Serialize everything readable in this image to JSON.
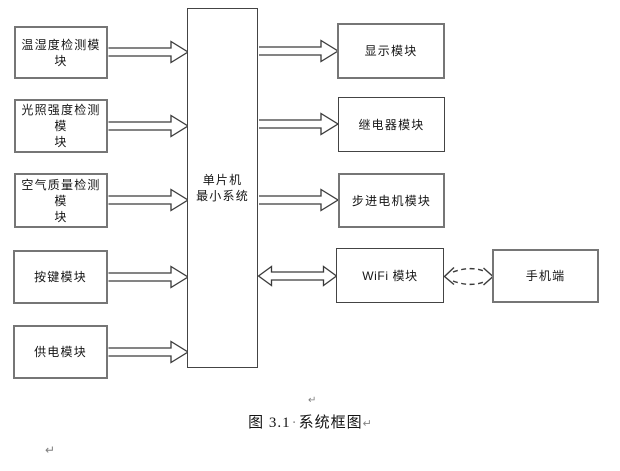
{
  "diagram": {
    "left_modules": [
      {
        "label": "温湿度检测模块"
      },
      {
        "label": "光照强度检测模\n块"
      },
      {
        "label": "空气质量检测模\n块"
      },
      {
        "label": "按键模块"
      },
      {
        "label": "供电模块"
      }
    ],
    "center_module": {
      "label": "单片机\n最小系统"
    },
    "right_modules": [
      {
        "label": "显示模块"
      },
      {
        "label": "继电器模块"
      },
      {
        "label": "步进电机模块"
      },
      {
        "label": "WiFi 模块"
      }
    ],
    "phone": {
      "label": "手机端"
    },
    "caption": {
      "prefix": "图 3.1",
      "dot": "·",
      "title": "系统框图",
      "pilcrow": "↵"
    },
    "marks": {
      "above_caption": "↵",
      "bottom_left": "↵"
    },
    "colors": {
      "line": "#3a3a3a",
      "box_border_gray": "#767676",
      "box_border_dark": "#4a4a4a",
      "background": "#ffffff"
    }
  }
}
